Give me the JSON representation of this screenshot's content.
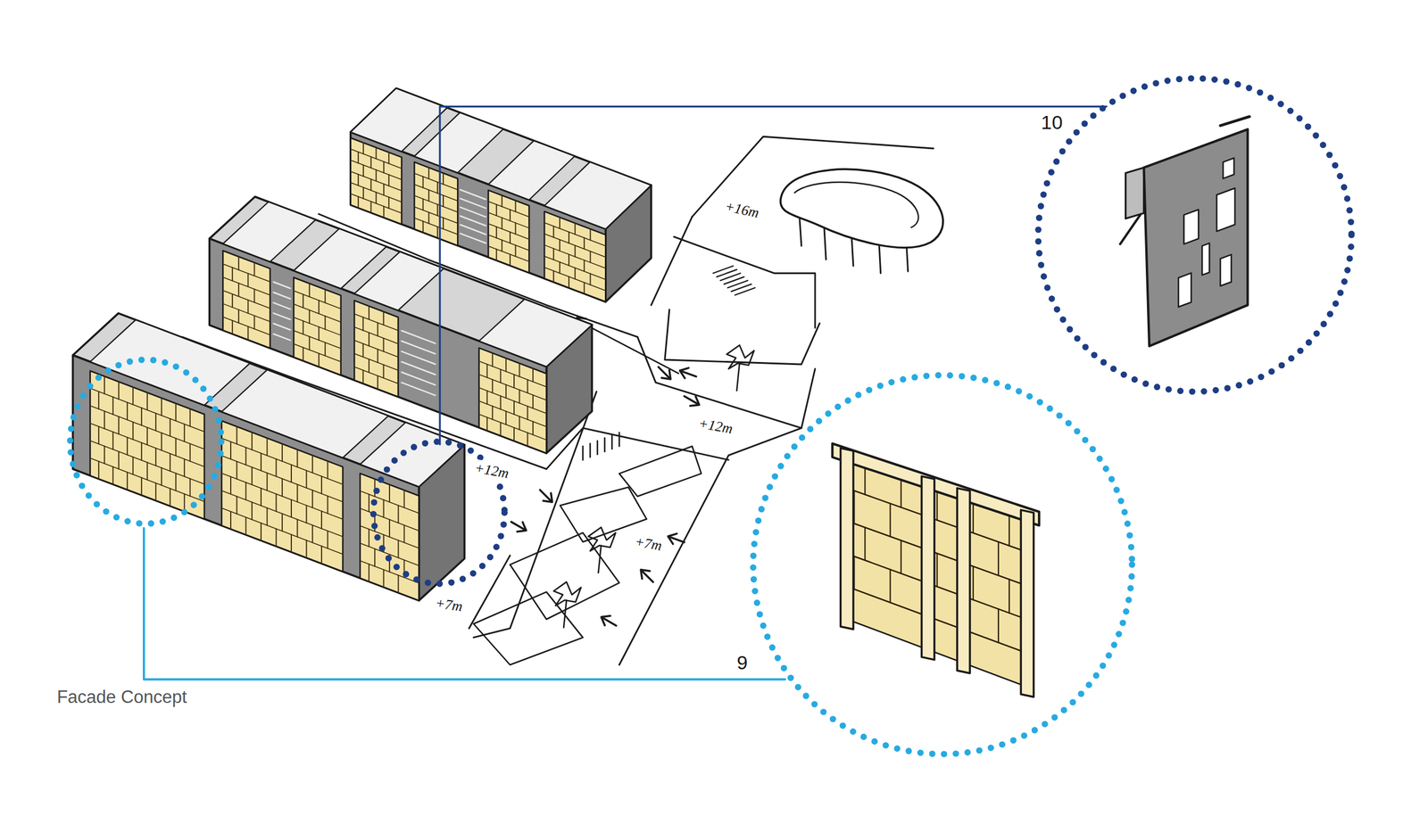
{
  "diagram": {
    "labels": [
      "10",
      "+16m",
      "+12m",
      "+12m",
      "+7m",
      "+7m",
      "9",
      "Facade Concept"
    ]
  }
}
